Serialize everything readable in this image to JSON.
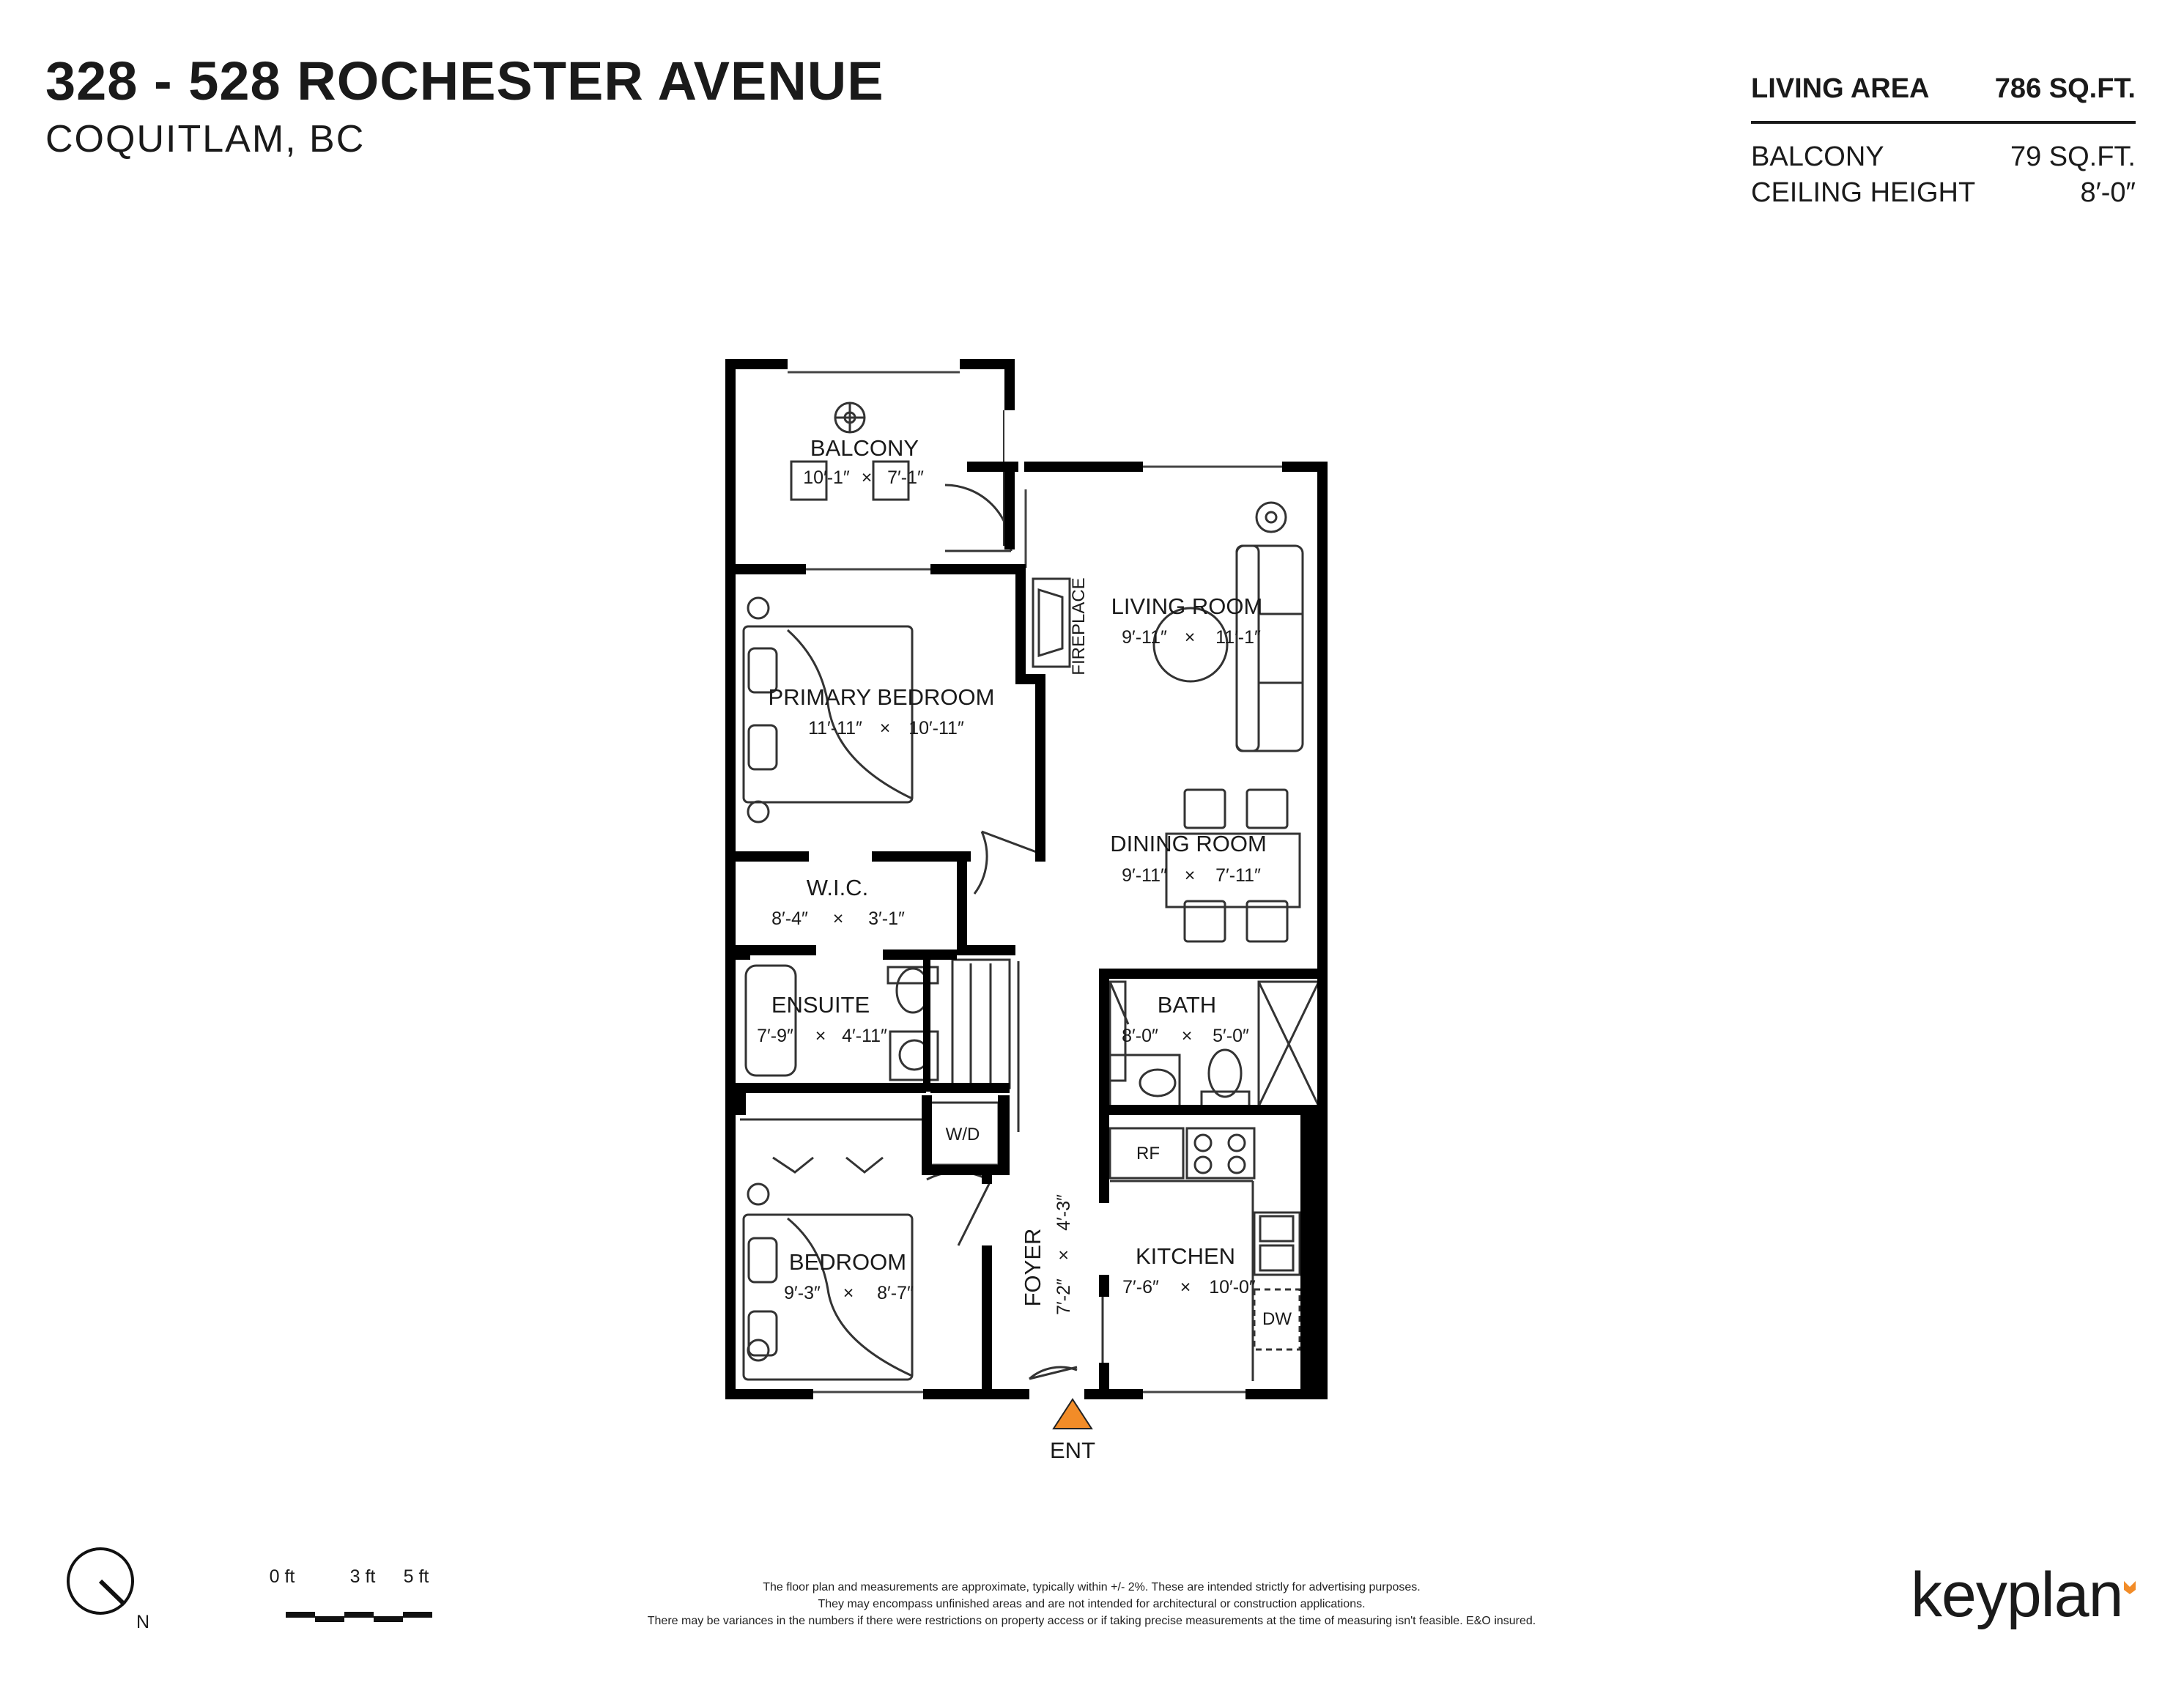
{
  "header": {
    "title": "328 - 528 ROCHESTER AVENUE",
    "subtitle": "COQUITLAM, BC"
  },
  "stats": [
    {
      "label": "LIVING AREA",
      "value": "786 SQ.FT."
    },
    {
      "label": "BALCONY",
      "value": "79 SQ.FT."
    },
    {
      "label": "CEILING HEIGHT",
      "value": "8′-0″"
    }
  ],
  "rooms": {
    "balcony": {
      "name": "BALCONY",
      "w": "10′-1″",
      "x": "×",
      "h": "7′-1″"
    },
    "living": {
      "name": "LIVING ROOM",
      "w": "9′-11″",
      "x": "×",
      "h": "11′-1″"
    },
    "primary": {
      "name": "PRIMARY BEDROOM",
      "w": "11′-11″",
      "x": "×",
      "h": "10′-11″"
    },
    "dining": {
      "name": "DINING ROOM",
      "w": "9′-11″",
      "x": "×",
      "h": "7′-11″"
    },
    "wic": {
      "name": "W.I.C.",
      "w": "8′-4″",
      "x": "×",
      "h": "3′-1″"
    },
    "ensuite": {
      "name": "ENSUITE",
      "w": "7′-9″",
      "x": "×",
      "h": "4′-11″"
    },
    "bath": {
      "name": "BATH",
      "w": "8′-0″",
      "x": "×",
      "h": "5′-0″"
    },
    "bedroom": {
      "name": "BEDROOM",
      "w": "9′-3″",
      "x": "×",
      "h": "8′-7″"
    },
    "foyer": {
      "name": "FOYER",
      "w": "7′-2″",
      "x": "×",
      "h": "4′-3″"
    },
    "kitchen": {
      "name": "KITCHEN",
      "w": "7′-6″",
      "x": "×",
      "h": "10′-0″"
    }
  },
  "fixtures": {
    "fireplace": "FIREPLACE",
    "wd": "W/D",
    "rf": "RF",
    "dw": "DW"
  },
  "entrance": "ENT",
  "compass": "N",
  "scale": {
    "t0": "0 ft",
    "t3": "3 ft",
    "t5": "5 ft"
  },
  "disclaimer": [
    "The floor plan and measurements are approximate, typically within +/- 2%. These are intended strictly for advertising purposes.",
    "They may encompass unfinished areas and are not intended for architectural or construction applications.",
    "There may be variances in the numbers if there were restrictions on property access or if taking precise measurements at the time of measuring isn't feasible. E&O insured."
  ],
  "brand": "keyplan",
  "colors": {
    "accent": "#F28C28",
    "wall": "#000000",
    "text": "#1a1a1a"
  }
}
